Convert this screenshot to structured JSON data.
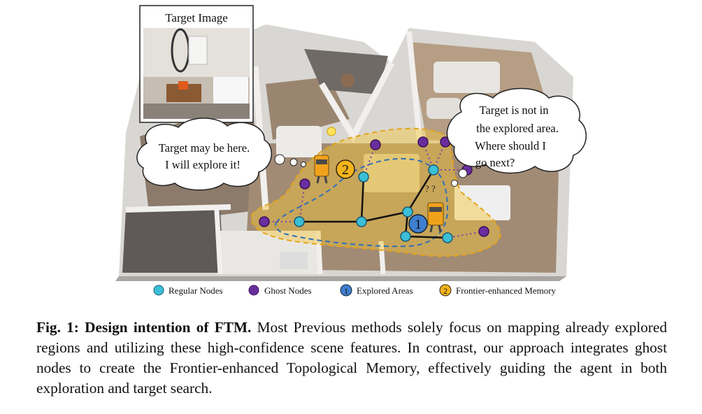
{
  "figure": {
    "target_image_label": "Target Image",
    "bubble_left": [
      "Target may be here.",
      "I will explore it!"
    ],
    "bubble_right": [
      "Target is not in",
      "the explored area.",
      "Where should I",
      "go next?"
    ],
    "agent_question": "? ?",
    "marker_explored": "1",
    "marker_frontier": "2",
    "legend": [
      {
        "label": "Regular Nodes",
        "marker": "",
        "color": "#3bbfd6"
      },
      {
        "label": "Ghost Nodes",
        "marker": "",
        "color": "#6a2d9e"
      },
      {
        "label": "Explored Areas",
        "marker": "1",
        "color": "#3f7fd0"
      },
      {
        "label": "Frontier-enhanced Memory",
        "marker": "2",
        "color": "#f3b31a"
      }
    ]
  },
  "caption": {
    "lead": "Fig. 1: Design intention of FTM.",
    "body": " Most Previous methods solely focus on mapping already explored regions and utilizing these high-confidence scene features. In contrast, our approach integrates ghost nodes to create the Frontier-enhanced Topological Memory, effectively guiding the agent in both exploration and target search."
  }
}
